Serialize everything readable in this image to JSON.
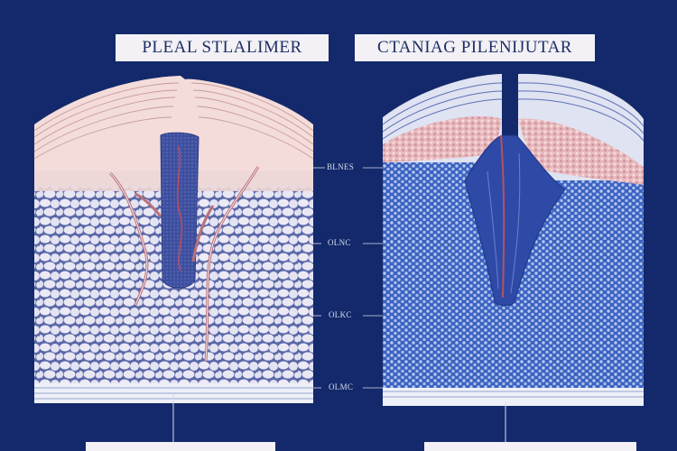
{
  "titles": {
    "left": "PLEAL STLALIMER",
    "right": "CTANIAG PILENIJUTAR"
  },
  "callouts": [
    {
      "label": "BLNES"
    },
    {
      "label": "OLNC"
    },
    {
      "label": "OLKC"
    },
    {
      "label": "OLMC"
    }
  ],
  "colors": {
    "background": "#13296b",
    "skin": "#f1d7d5",
    "fat_cells": "#e6e6f3",
    "vessel": "#3b4fa0",
    "dermis_blue": "#4a6cc6"
  }
}
